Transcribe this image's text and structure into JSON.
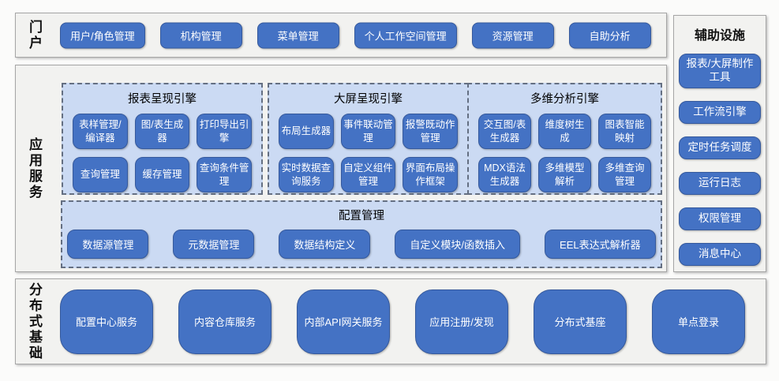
{
  "colors": {
    "button_blue": "#4472c4",
    "button_border": "#35599c",
    "group_background": "#cbdaf3",
    "dashed_border": "#646f82",
    "section_background": "#f2f2f0",
    "section_border": "#a6a6a6",
    "text_on_button": "#ffffff"
  },
  "portal": {
    "label": "门户",
    "buttons": [
      "用户/角色管理",
      "机构管理",
      "菜单管理",
      "个人工作空间管理",
      "资源管理",
      "自助分析"
    ]
  },
  "app_services": {
    "label": "应用服务",
    "groups": [
      {
        "title": "报表呈现引擎",
        "buttons": [
          "表样管理/编译器",
          "图/表生成器",
          "打印导出引擎",
          "查询管理",
          "缓存管理",
          "查询条件管理"
        ]
      },
      {
        "title": "大屏呈现引擎",
        "buttons": [
          "布局生成器",
          "事件联动管理",
          "报警既动作管理",
          "实时数据查询服务",
          "自定义组件管理",
          "界面布局操作框架"
        ]
      },
      {
        "title": "多维分析引擎",
        "buttons": [
          "交互图/表生成器",
          "维度树生成",
          "图表智能映射",
          "MDX语法生成器",
          "多维模型解析",
          "多维查询管理"
        ]
      }
    ],
    "config": {
      "title": "配置管理",
      "buttons": [
        "数据源管理",
        "元数据管理",
        "数据结构定义",
        "自定义模块/函数插入",
        "EEL表达式解析器"
      ]
    }
  },
  "auxiliary": {
    "title": "辅助设施",
    "buttons": [
      "报表/大屏制作工具",
      "工作流引擎",
      "定时任务调度",
      "运行日志",
      "权限管理",
      "消息中心"
    ]
  },
  "foundation": {
    "label": "分布式基础",
    "buttons": [
      "配置中心服务",
      "内容仓库服务",
      "内部API网关服务",
      "应用注册/发现",
      "分布式基座",
      "单点登录"
    ]
  }
}
